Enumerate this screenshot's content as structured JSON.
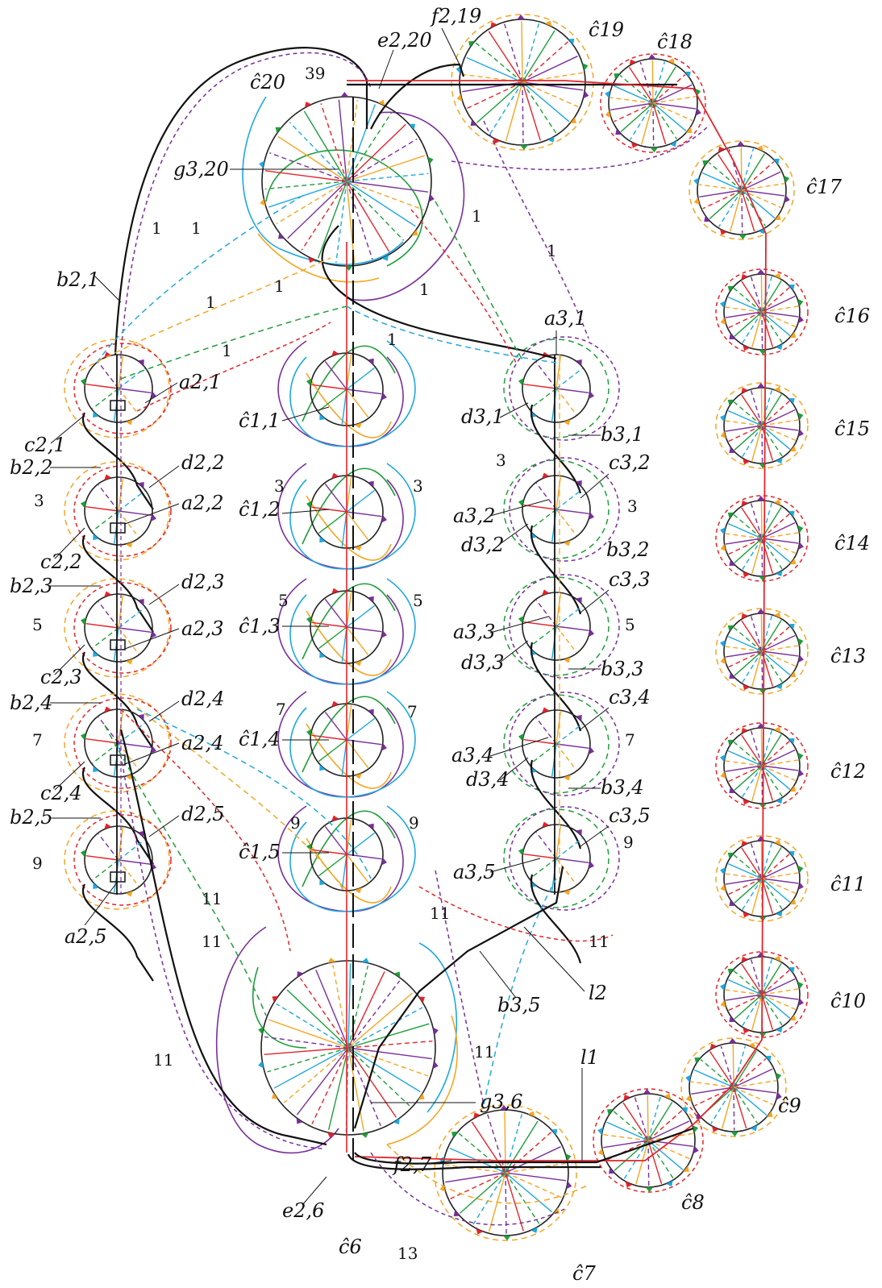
{
  "colors": {
    "purple": "#7a2f9c",
    "orange": "#f5a623",
    "cyan": "#1fa8e0",
    "green": "#1f9e3a",
    "red": "#e3242b",
    "black": "#111111"
  },
  "labels": {
    "c20": "ĉ20",
    "c19": "ĉ19",
    "c18": "ĉ18",
    "c17": "ĉ17",
    "c16": "ĉ16",
    "c15": "ĉ15",
    "c14": "ĉ14",
    "c13": "ĉ13",
    "c12": "ĉ12",
    "c11": "ĉ11",
    "c10": "ĉ10",
    "c9": "ĉ9",
    "c8": "ĉ8",
    "c7": "ĉ7",
    "c6": "ĉ6",
    "c11_": "ĉ1,1",
    "c12_": "ĉ1,2",
    "c13_": "ĉ1,3",
    "c14_": "ĉ1,4",
    "c15_": "ĉ1,5",
    "f219": "f2,19",
    "e220": "e2,20",
    "g320": "g3,20",
    "b21": "b2,1",
    "a21": "a2,1",
    "c21": "c2,1",
    "b22": "b2,2",
    "d22": "d2,2",
    "a22": "a2,2",
    "c22": "c2,2",
    "b23": "b2,3",
    "d23": "d2,3",
    "a23": "a2,3",
    "c23": "c2,3",
    "b24": "b2,4",
    "d24": "d2,4",
    "a24": "a2,4",
    "c24": "c2,4",
    "b25": "b2,5",
    "d25": "d2,5",
    "a25": "a2,5",
    "a31": "a3,1",
    "d31": "d3,1",
    "b31": "b3,1",
    "c32": "c3,2",
    "a32": "a3,2",
    "d32": "d3,2",
    "b32": "b3,2",
    "c33": "c3,3",
    "a33": "a3,3",
    "d33": "d3,3",
    "b33": "b3,3",
    "c34": "c3,4",
    "a34": "a3,4",
    "d34": "d3,4",
    "b34": "b3,4",
    "c35": "c3,5",
    "a35": "a3,5",
    "b35": "b3,5",
    "l1": "l1",
    "l2": "l2",
    "g36": "g3,6",
    "e26": "e2,6",
    "f27": "f2,7"
  },
  "numbers": {
    "n39": "39",
    "n1": "1",
    "n3": "3",
    "n5": "5",
    "n7": "7",
    "n9": "9",
    "n11": "11",
    "n13": "13"
  }
}
